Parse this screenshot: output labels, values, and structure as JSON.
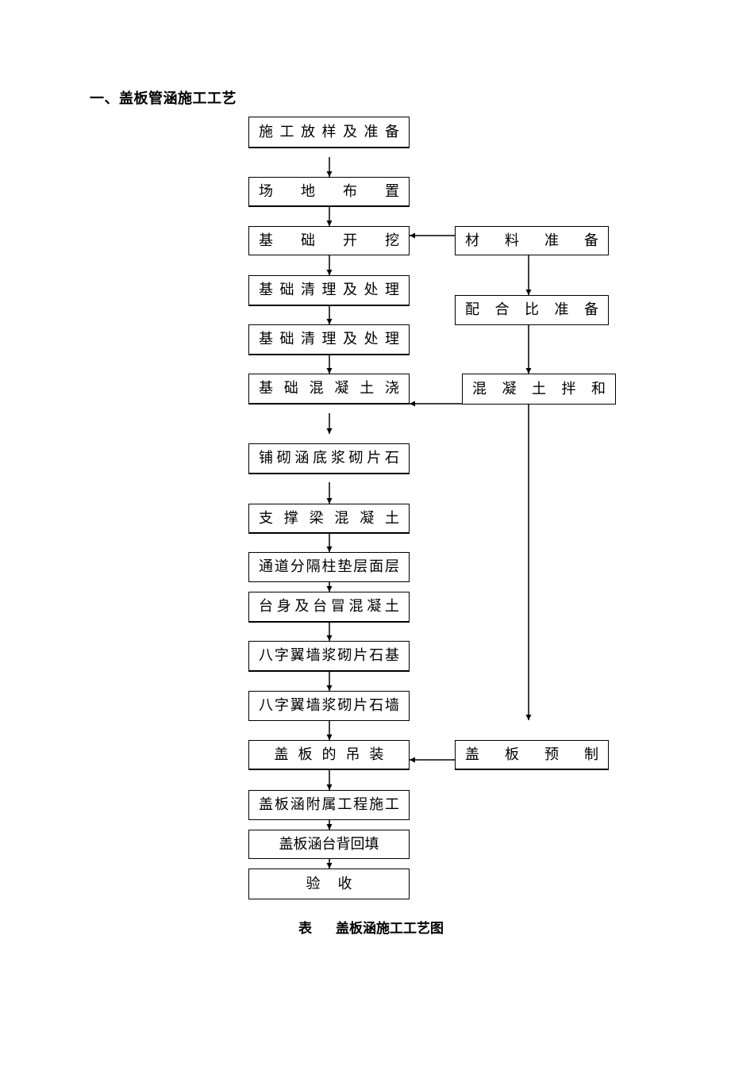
{
  "heading": "一、盖板管涵施工工艺",
  "caption": {
    "prefix": "表",
    "title": "盖板涵施工工艺图"
  },
  "steps": {
    "s1": "施工放样及准备",
    "s2": "场地布置",
    "s3": "基础开挖",
    "s4": "基础清理及处理",
    "s5": "基础清理及处理",
    "s6": "基础混凝土浇",
    "s7": "铺砌涵底浆砌片石",
    "s8": "支撑梁混凝土",
    "s9": "通道分隔柱垫层面层",
    "s10": "台身及台冒混凝土",
    "s11": "八字翼墙浆砌片石基",
    "s12": "八字翼墙浆砌片石墙",
    "s13": "盖板的吊装",
    "s14": "盖板涵附属工程施工",
    "s15": "盖板涵台背回填",
    "s16": "验收",
    "r1": "材料准备",
    "r2": "配合比准备",
    "r3": "混凝土拌和",
    "r4": "盖板预制"
  }
}
